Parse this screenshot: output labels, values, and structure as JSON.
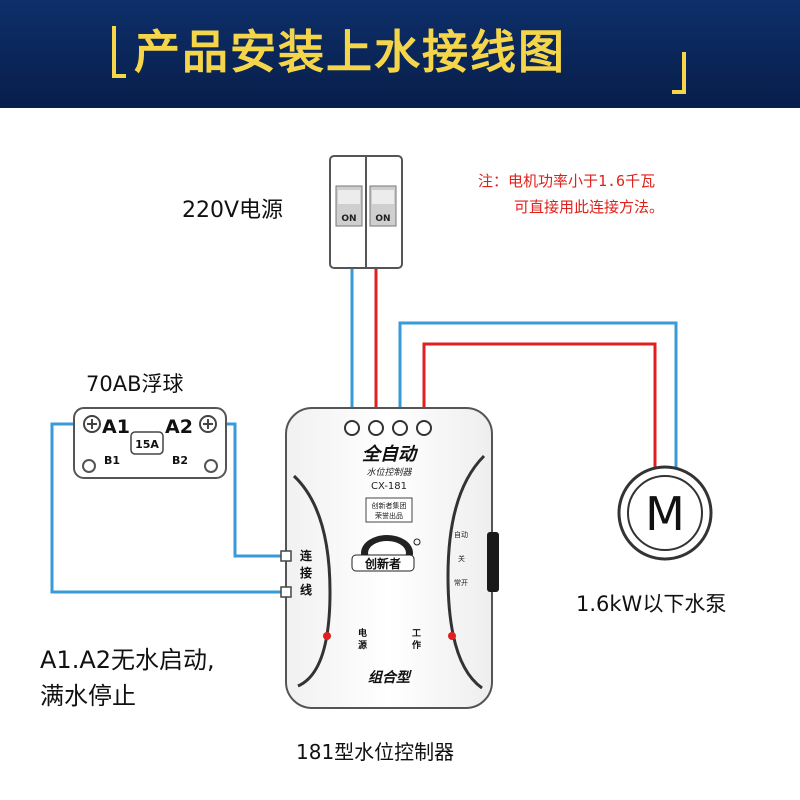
{
  "banner": {
    "title": "产品安装上水接线图"
  },
  "breaker": {
    "label": "220V电源",
    "switch_left": "ON",
    "switch_right": "ON"
  },
  "note": {
    "line1": "注：电机功率小于1.6千瓦",
    "line2": "可直接用此连接方法。"
  },
  "float_switch": {
    "label": "70AB浮球",
    "a1": "A1",
    "a2": "A2",
    "rating": "15A",
    "b1": "B1",
    "b2": "B2"
  },
  "controller": {
    "brand": "全自动",
    "subtitle": "水位控制器",
    "model": "CX-181",
    "badge_line1": "创新者集团",
    "badge_line2": "荣誉出品",
    "logo_text": "创新者",
    "connect_label": "连接线",
    "power_label": "电源",
    "work_label": "工作",
    "mode_auto": "自动",
    "mode_off": "关",
    "mode_on": "常开",
    "combo_type": "组合型",
    "caption": "181型水位控制器"
  },
  "pump": {
    "symbol": "M",
    "label": "1.6kW以下水泵"
  },
  "instructions": {
    "line1": "A1.A2无水启动,",
    "line2": "满水停止"
  },
  "colors": {
    "banner": "#0b2a5e",
    "title": "#f5d64a",
    "wire_blue": "#3a9ad9",
    "wire_red": "#e02020",
    "note_red": "#e0201a"
  }
}
